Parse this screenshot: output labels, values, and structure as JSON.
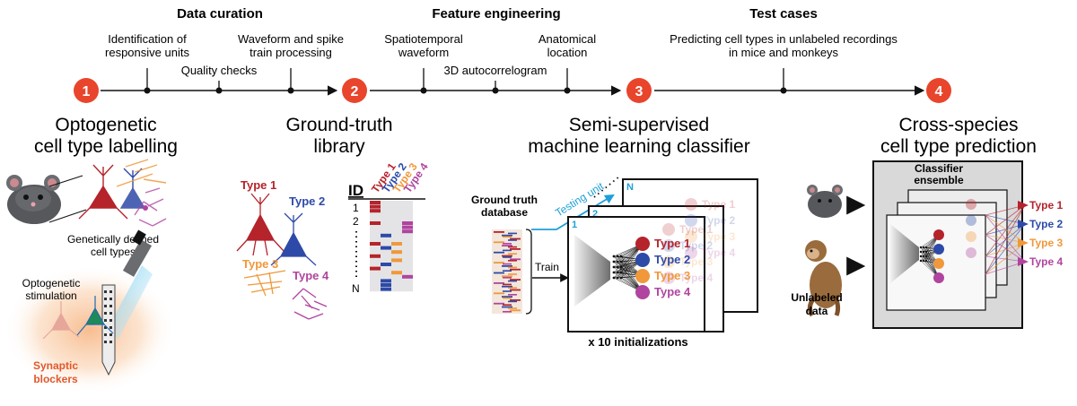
{
  "colors": {
    "accent_red": "#e8452c",
    "type1": "#b5232b",
    "type2": "#2e4aa8",
    "type3": "#f0983a",
    "type4": "#b0449f",
    "testing": "#1ea0d8",
    "blockers": "#e0582a"
  },
  "phases": [
    "Data curation",
    "Feature engineering",
    "Test cases"
  ],
  "timeline": {
    "steps": [
      "1",
      "2",
      "3",
      "4"
    ],
    "milestones": [
      "Identification of\nresponsive units",
      "Quality checks",
      "Waveform and spike\ntrain processing",
      "Spatiotemporal\nwaveform",
      "3D autocorrelogram",
      "Anatomical\nlocation",
      "Predicting cell types in unlabeled recordings\nin mice and monkeys"
    ]
  },
  "sections": {
    "labelling": {
      "title": "Optogenetic\ncell type labelling",
      "genetic_caption": "Genetically defined\ncell types",
      "stim_caption": "Optogenetic\nstimulation",
      "blockers_caption": "Synaptic\nblockers",
      "icons": [
        "mouse-icon",
        "neuron-icon",
        "probe-icon",
        "light-fiber-icon"
      ]
    },
    "library": {
      "title": "Ground-truth\nlibrary",
      "types": [
        "Type 1",
        "Type 2",
        "Type 3",
        "Type 4"
      ],
      "id_header": "ID",
      "row_labels": [
        "1",
        "2",
        "N"
      ]
    },
    "classifier": {
      "title": "Semi-supervised\nmachine learning classifier",
      "database_label": "Ground truth\ndatabase",
      "testing_unit": "Testing unit",
      "train_label": "Train",
      "frame_labels": [
        "1",
        "2",
        "N"
      ],
      "outputs": [
        "Type 1",
        "Type 2",
        "Type 3",
        "Type 4"
      ],
      "initializations": "x 10 initializations"
    },
    "prediction": {
      "title": "Cross-species\ncell type prediction",
      "ensemble_label": "Classifier\nensemble",
      "unlabeled_label": "Unlabeled\ndata",
      "outputs": [
        "Type 1",
        "Type 2",
        "Type 3",
        "Type 4"
      ],
      "icons": [
        "mouse-icon",
        "monkey-icon"
      ]
    }
  }
}
